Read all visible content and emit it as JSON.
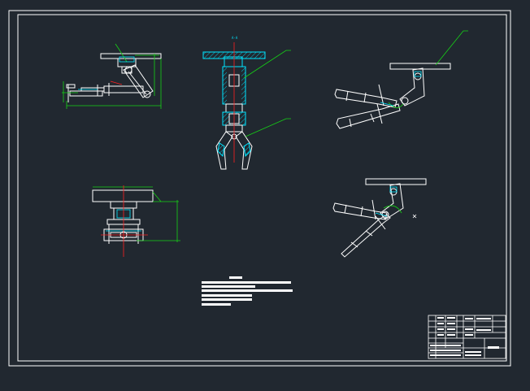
{
  "drawing": {
    "background": "#212830",
    "line_color": "#ffffff",
    "accent_cyan": "#00e5ff",
    "accent_green": "#16d216",
    "accent_red": "#ff2020",
    "views": [
      "front-view",
      "section-view",
      "top-view",
      "motion-view-raised",
      "motion-view-lowered"
    ],
    "title_block_label": "",
    "tech_notes_heading": ""
  }
}
